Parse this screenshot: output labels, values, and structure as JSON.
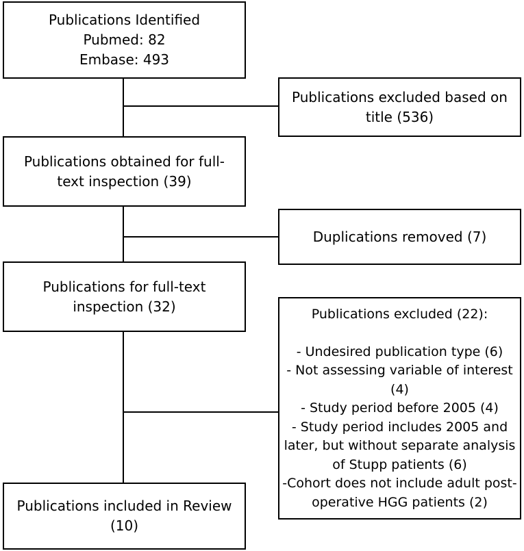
{
  "boxes": {
    "identified": {
      "line1": "Publications Identified",
      "line2": "Pubmed: 82",
      "line3": "Embase: 493"
    },
    "excluded_title": {
      "line1": "Publications excluded based on",
      "line2": "title (536)"
    },
    "obtained": {
      "line1": "Publications obtained for full-",
      "line2": "text inspection (39)"
    },
    "duplications": {
      "line1": "Duplications removed (7)"
    },
    "fulltext": {
      "line1": "Publications for full-text",
      "line2": "inspection (32)"
    },
    "excluded": {
      "heading": "Publications excluded (22):",
      "lines": [
        "- Undesired publication type (6)",
        "- Not assessing variable of interest",
        "(4)",
        "- Study period before 2005 (4)",
        "- Study period includes 2005 and",
        "later, but without separate analysis",
        "of Stupp patients (6)",
        "-Cohort does not include adult post-",
        "operative HGG patients (2)"
      ]
    },
    "included": {
      "line1": "Publications included in Review",
      "line2": "(10)"
    }
  }
}
